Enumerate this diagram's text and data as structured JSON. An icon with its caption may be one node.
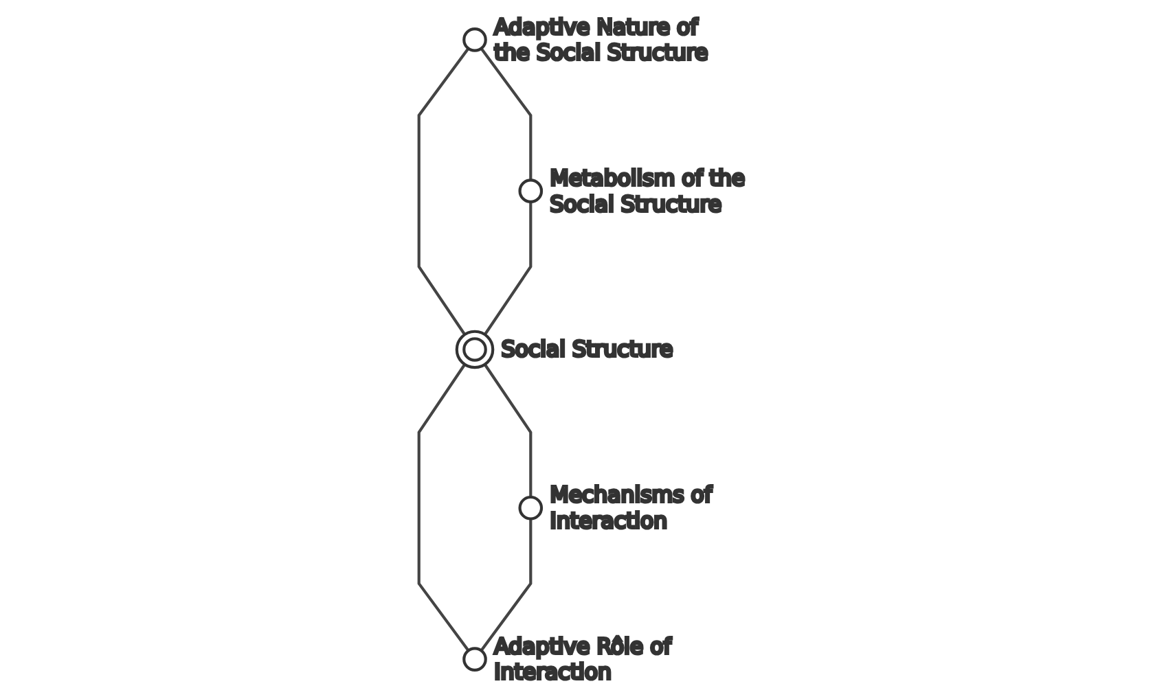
{
  "diagram": {
    "nodes": [
      {
        "text": [],
        "shape": "circle",
        "beside": [
          "Adaptive Nature of the Social Structure"
        ]
      },
      {
        "text": [],
        "shape": "circle",
        "beside": [
          "Metabolism of the Social Structure"
        ]
      },
      {
        "text": [],
        "shape": "circle",
        "beside": [
          "Social Structure"
        ]
      },
      {
        "text": [],
        "shape": "circle",
        "beside": [
          "Mechanisms of Interaction"
        ]
      },
      {
        "text": [],
        "shape": "circle",
        "beside": [
          "Adaptive Rôle of Interaction"
        ]
      }
    ],
    "edges": [
      {
        "from": 0,
        "to": 1,
        "arrow": "none"
      },
      {
        "from": 0,
        "to": 2,
        "arrow": "none"
      },
      {
        "from": 1,
        "to": 2,
        "arrow": "none"
      },
      {
        "from": 2,
        "to": 3,
        "arrow": "none"
      },
      {
        "from": 2,
        "to": 4,
        "arrow": "none"
      },
      {
        "from": 3,
        "to": 4,
        "arrow": "none"
      }
    ]
  }
}
